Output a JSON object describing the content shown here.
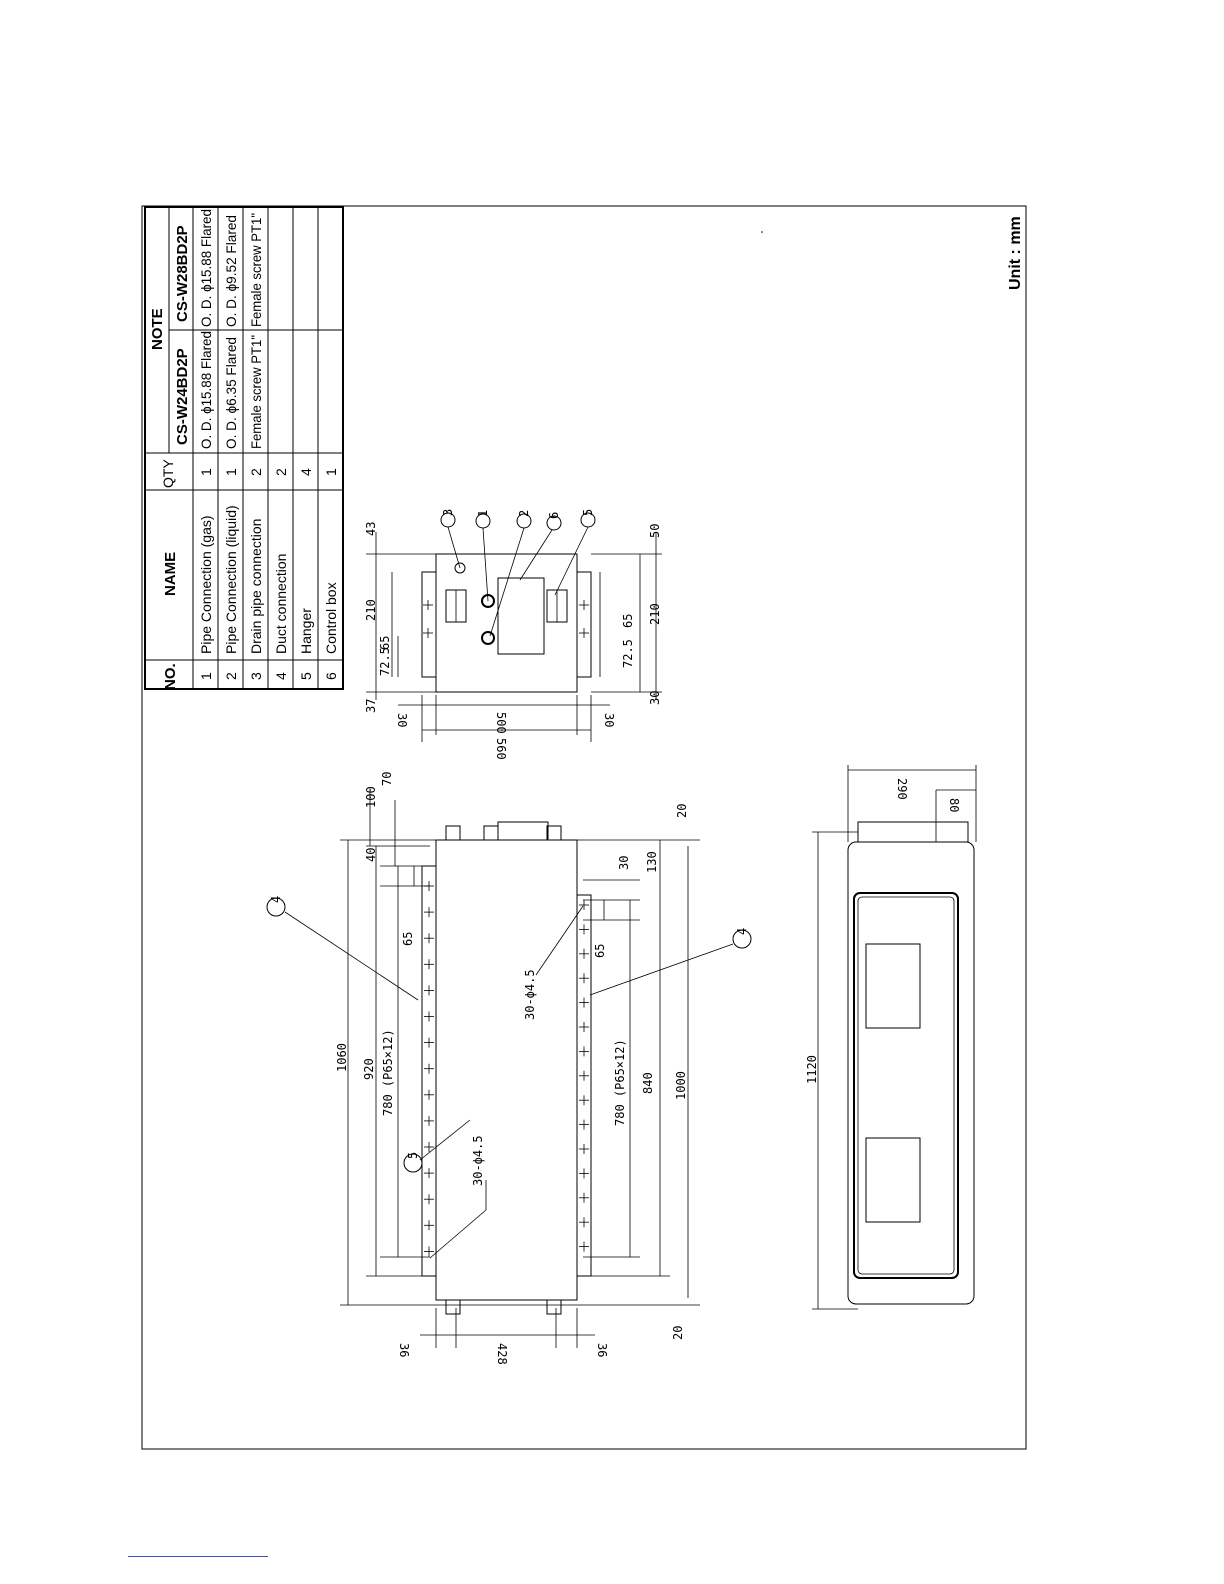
{
  "unit_label": "Unit : mm",
  "table": {
    "headers": {
      "no": "NO.",
      "name": "NAME",
      "qty": "QTY",
      "note": "NOTE",
      "model_a": "CS-W24BD2P",
      "model_b": "CS-W28BD2P"
    },
    "rows": [
      {
        "no": "1",
        "name": "Pipe Connection (gas)",
        "qty": "1",
        "a": "O. D. ϕ15.88 Flared",
        "b": "O. D. ϕ15.88 Flared"
      },
      {
        "no": "2",
        "name": "Pipe Connection (liquid)",
        "qty": "1",
        "a": "O. D. ϕ6.35 Flared",
        "b": "O. D. ϕ9.52 Flared"
      },
      {
        "no": "3",
        "name": "Drain pipe connection",
        "qty": "2",
        "a": "Female screw PT1\"",
        "b": "Female screw PT1\""
      },
      {
        "no": "4",
        "name": "Duct connection",
        "qty": "2",
        "a": "",
        "b": ""
      },
      {
        "no": "5",
        "name": "Hanger",
        "qty": "4",
        "a": "",
        "b": ""
      },
      {
        "no": "6",
        "name": "Control box",
        "qty": "1",
        "a": "",
        "b": ""
      }
    ]
  },
  "top_view": {
    "dims": {
      "d43": "43",
      "d210a": "210",
      "d65a": "65",
      "d725a": "72.5",
      "d37": "37",
      "d30a": "30",
      "d500": "500",
      "d30b": "30",
      "d560": "560",
      "d50": "50",
      "d210b": "210",
      "d65b": "65",
      "d725b": "72.5",
      "d30c": "30"
    },
    "callouts": [
      "3",
      "1",
      "2",
      "6",
      "5"
    ]
  },
  "plan_view": {
    "dims": {
      "d100": "100",
      "d70": "70",
      "d40": "40",
      "d20a": "20",
      "d1060": "1060",
      "d920": "920",
      "d780a": "780 (P65×12)",
      "d65a": "65",
      "d30hole_a": "30-ϕ4.5",
      "d30": "30",
      "d130": "130",
      "d65b": "65",
      "d30hole_b": "30-ϕ4.5",
      "d780b": "780 (P65×12)",
      "d840": "840",
      "d1000": "1000",
      "d20b": "20",
      "d36a": "36",
      "d428": "428",
      "d36b": "36"
    },
    "callouts": [
      "4",
      "4",
      "5"
    ]
  },
  "side_view": {
    "dims": {
      "d290": "290",
      "d80": "80",
      "d1120": "1120"
    }
  }
}
